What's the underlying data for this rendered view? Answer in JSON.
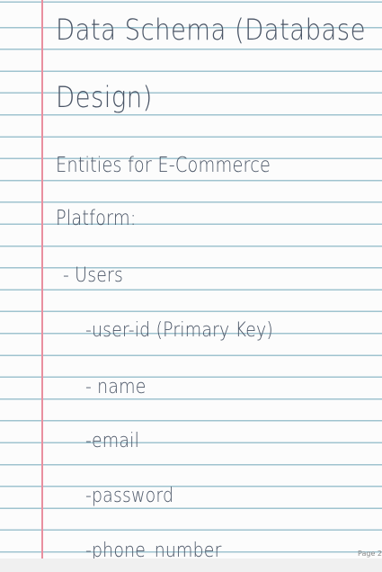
{
  "title_line_1": "Data Schema (Database",
  "title_line_2": "Design)",
  "subtitle_line_1": "Entities for E-Commerce",
  "subtitle_line_2": "Platform:",
  "entity": {
    "name": "- Users",
    "fields": [
      "-user-id (Primary Key)",
      "- name",
      "-email",
      "-password",
      "-phone_number"
    ]
  },
  "page_label": "Page 2",
  "colors": {
    "paper": "#fcfcfc",
    "rule_line": "#9fc3cf",
    "margin_line": "#e98f9f",
    "ink": "#4a5566"
  }
}
